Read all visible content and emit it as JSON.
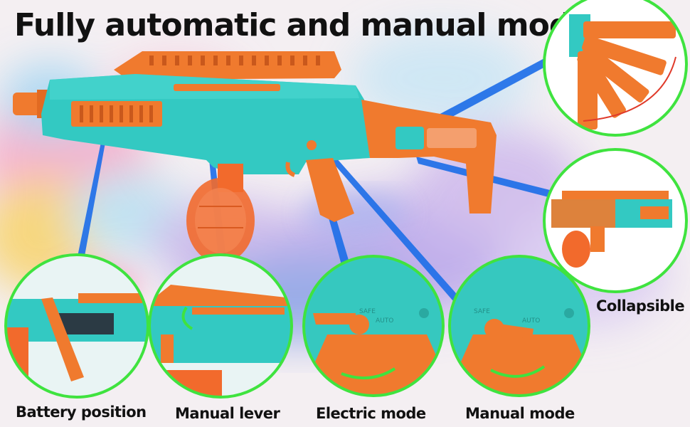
{
  "title": "Fully automatic and manual modes",
  "features": [
    {
      "label": "Battery position"
    },
    {
      "label": "Manual lever"
    },
    {
      "label": "Electric mode"
    },
    {
      "label": "Manual mode"
    },
    {
      "label": "Collapsible"
    }
  ],
  "selector_labels": {
    "safe": "SAFE",
    "auto": "AUTO"
  },
  "colors": {
    "body_teal": "#33c9c2",
    "accent_orange": "#f07a2e",
    "magazine_orange": "#f26a2c",
    "callout_ring": "#3fe33f",
    "pointer_blue": "#1f6fe8"
  }
}
